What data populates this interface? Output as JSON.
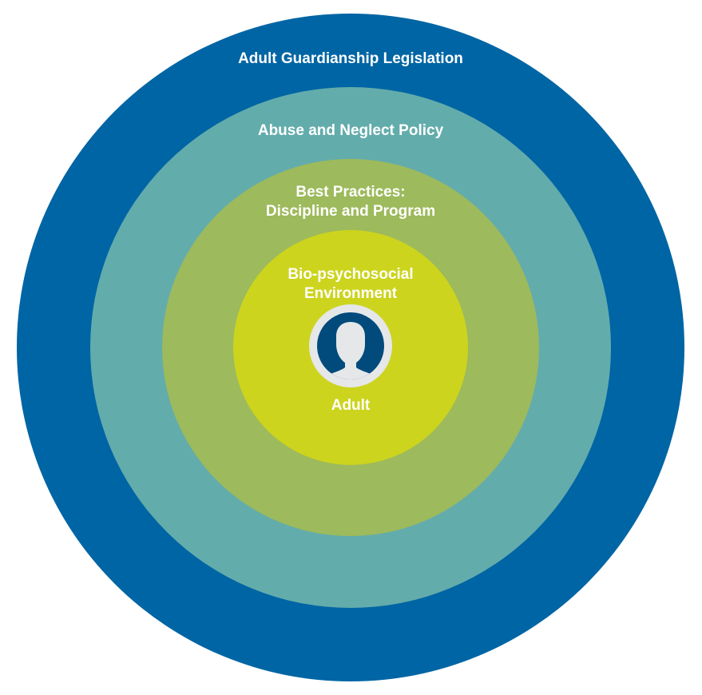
{
  "diagram": {
    "rings": [
      {
        "label_lines": [
          "Adult Guardianship Legislation"
        ],
        "color": "#0065A4"
      },
      {
        "label_lines": [
          "Abuse and Neglect Policy"
        ],
        "color": "#63ACAC"
      },
      {
        "label_lines": [
          "Best Practices:",
          "Discipline and Program"
        ],
        "color": "#9DBA5C"
      },
      {
        "label_lines": [
          "Bio-psychosocial",
          "Environment"
        ],
        "color": "#CCD41E"
      }
    ],
    "center": {
      "label": "Adult",
      "icon": "person-avatar-icon",
      "icon_color": "#004B7C",
      "icon_frame_color": "#E6E7E9",
      "silhouette_color": "#E6E7E9"
    }
  }
}
